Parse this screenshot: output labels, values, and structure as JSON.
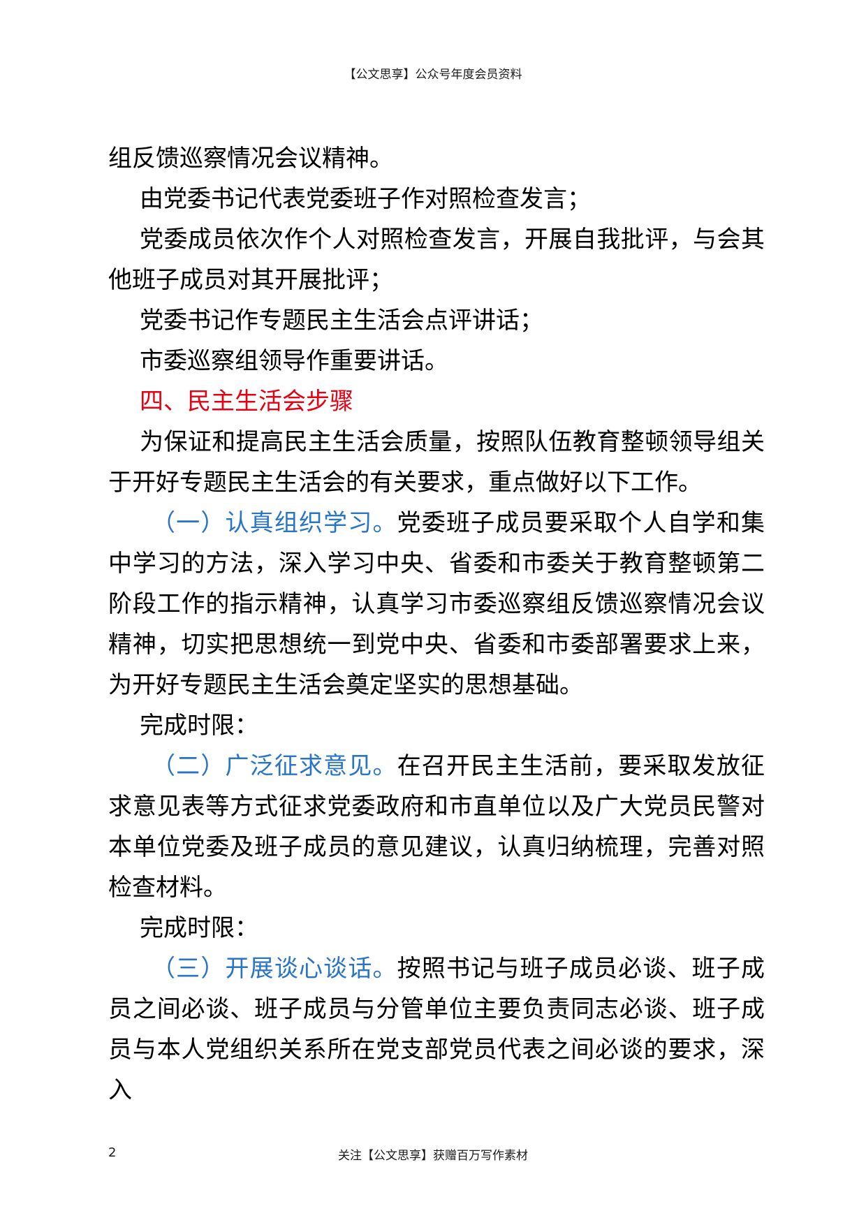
{
  "header": {
    "text": "【公文思享】公众号年度会员资料"
  },
  "body": {
    "p1": "组反馈巡察情况会议精神。",
    "p2": "由党委书记代表党委班子作对照检查发言；",
    "p3": "党委成员依次作个人对照检查发言，开展自我批评，与会其他班子成员对其开展批评；",
    "p4": "党委书记作专题民主生活会点评讲话；",
    "p5": "市委巡察组领导作重要讲话。",
    "section_heading": "四、民主生活会步骤",
    "p6": "为保证和提高民主生活会质量，按照队伍教育整顿领导组关于开好专题民主生活会的有关要求，重点做好以下工作。",
    "item1_title": "（一）认真组织学习。",
    "item1_text": "党委班子成员要采取个人自学和集中学习的方法，深入学习中央、省委和市委关于教育整顿第二阶段工作的指示精神，认真学习市委巡察组反馈巡察情况会议精神，切实把思想统一到党中央、省委和市委部署要求上来，为开好专题民主生活会奠定坚实的思想基础。",
    "deadline1": "完成时限：",
    "item2_title": "（二）广泛征求意见。",
    "item2_text": "在召开民主生活前，要采取发放征求意见表等方式征求党委政府和市直单位以及广大党员民警对本单位党委及班子成员的意见建议，认真归纳梳理，完善对照检查材料。",
    "deadline2": "完成时限：",
    "item3_title": "（三）开展谈心谈话。",
    "item3_text": "按照书记与班子成员必谈、班子成员之间必谈、班子成员与分管单位主要负责同志必谈、班子成员与本人党组织关系所在党支部党员代表之间必谈的要求，深入"
  },
  "footer": {
    "page_number": "2",
    "text": "关注【公文思享】获赠百万写作素材"
  },
  "colors": {
    "heading_red": "#e60012",
    "subheading_blue": "#2874c7",
    "text": "#000000"
  }
}
